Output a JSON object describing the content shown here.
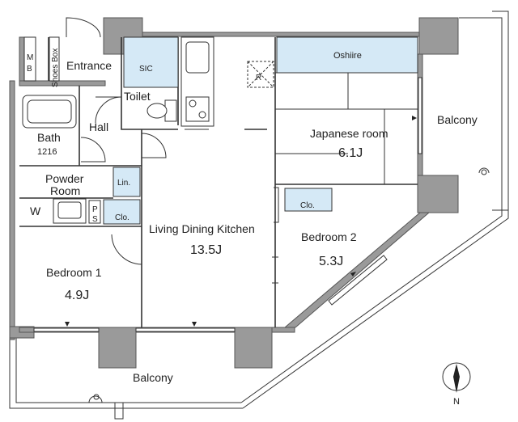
{
  "rooms": {
    "mb": [
      "M",
      "B"
    ],
    "shoes_box": "Shoes Box",
    "entrance": "Entrance",
    "sic": "SIC",
    "toilet": "Toilet",
    "hall": "Hall",
    "bath": "Bath",
    "bath_size": "1216",
    "powder_room": [
      "Powder",
      "Room"
    ],
    "w": "W",
    "ps": [
      "P",
      "S"
    ],
    "lin": "Lin.",
    "clo_small": "Clo.",
    "clo_bedroom2": "Clo.",
    "oshiire": "Oshiire",
    "r": "R",
    "japanese_room": "Japanese room",
    "japanese_room_area": "6.1J",
    "ldk": "Living Dining Kitchen",
    "ldk_area": "13.5J",
    "bedroom1": "Bedroom 1",
    "bedroom1_area": "4.9J",
    "bedroom2": "Bedroom 2",
    "bedroom2_area": "5.3J",
    "balcony_right": "Balcony",
    "balcony_bottom": "Balcony"
  },
  "compass": {
    "label": "N"
  }
}
